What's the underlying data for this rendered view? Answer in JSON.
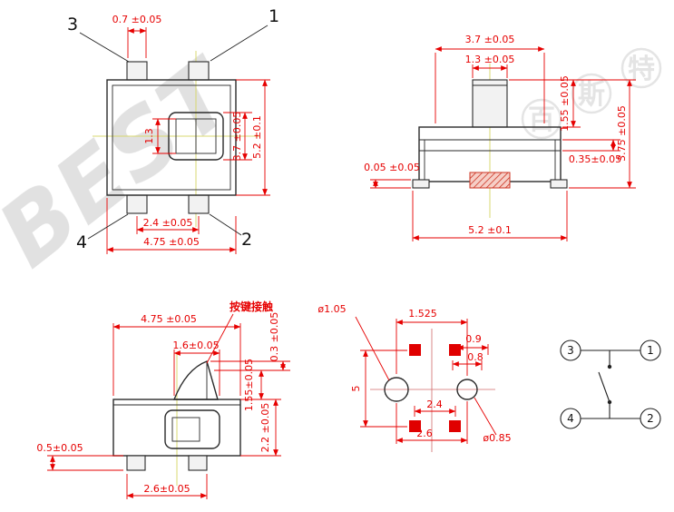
{
  "colors": {
    "dimension": "#e60000",
    "outline": "#2a2a2a",
    "centerline": "#d8d870",
    "pad": "#e00000",
    "watermark": "#c8c8c8"
  },
  "watermark": {
    "brand": "BEST",
    "chars": [
      "百",
      "斯",
      "特"
    ]
  },
  "top_view": {
    "dim_pin_width": "0.7 ±0.05",
    "dim_slot": "1.3",
    "dim_button": "3.7 ±0.05",
    "dim_body_h": "5.2 ±0.1",
    "dim_pin_pitch": "2.4 ±0.05",
    "dim_body_w": "4.75 ±0.05",
    "label_3": "3",
    "label_1": "1",
    "label_4": "4",
    "label_2": "2"
  },
  "side_view": {
    "dim_top": "3.7 ±0.05",
    "dim_stem_w": "1.3 ±0.05",
    "dim_stem_h": "1.55 ±0.05",
    "dim_total_h": "3.75 ±0.05",
    "dim_cover": "0.35±0.05",
    "dim_standoff": "0.05 ±0.05",
    "dim_base_w": "5.2 ±0.1"
  },
  "front_view": {
    "note": "按键接触",
    "dim_body_w": "4.75 ±0.05",
    "dim_dome_w": "1.6±0.05",
    "dim_tip": "0.3 ±0.05",
    "dim_dome_h": "1.55±0.05",
    "dim_body_h": "2.2 ±0.05",
    "dim_pin_h": "0.5±0.05",
    "dim_pin_pitch": "2.6±0.05"
  },
  "footprint": {
    "dia_left_hole": "ø1.05",
    "dim_offset": "1.525",
    "dim_pad_w": "0.9",
    "dim_pad_gap": "0.8",
    "dim_span_v": "5",
    "dim_pad_pitch": "2.4",
    "dim_hole_pitch": "2.6",
    "dia_right_hole": "ø0.85"
  },
  "schematic": {
    "t3": "3",
    "t1": "1",
    "t4": "4",
    "t2": "2"
  }
}
